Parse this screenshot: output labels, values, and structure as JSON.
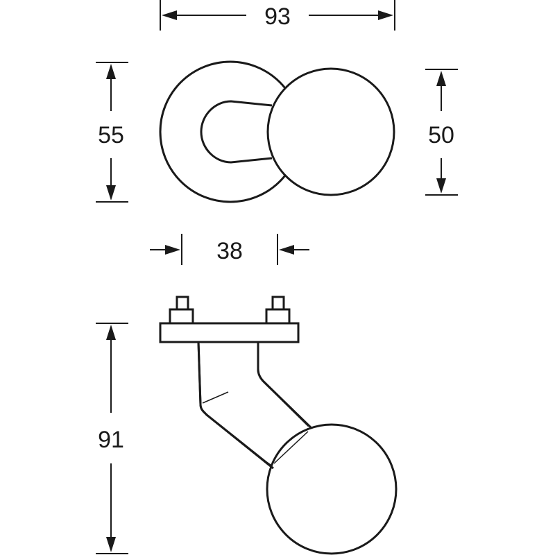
{
  "dimensions": {
    "top_width": "93",
    "rose_height": "55",
    "knob_diameter": "50",
    "plate_spacing": "38",
    "projection_height": "91"
  },
  "colors": {
    "line": "#1a1a1a",
    "background": "#ffffff"
  }
}
